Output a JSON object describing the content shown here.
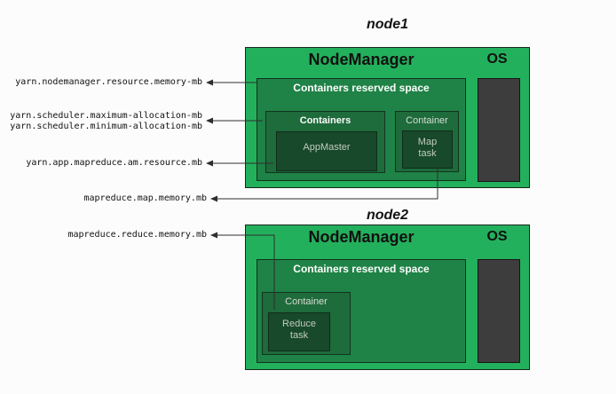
{
  "config_labels": [
    {
      "text": "yarn.nodemanager.resource.memory-mb"
    },
    {
      "text": "yarn.scheduler.maximum-allocation-mb"
    },
    {
      "text": "yarn.scheduler.minimum-allocation-mb"
    },
    {
      "text": "yarn.app.mapreduce.am.resource.mb"
    },
    {
      "text": "mapreduce.map.memory.mb"
    },
    {
      "text": "mapreduce.reduce.memory.mb"
    }
  ],
  "node1": {
    "title": "node1",
    "nodemanager_label": "NodeManager",
    "os_label": "OS",
    "reserved_label": "Containers reserved space",
    "containers_label": "Containers",
    "appmaster_label": "AppMaster",
    "container_label": "Container",
    "task_label_line1": "Map",
    "task_label_line2": "task"
  },
  "node2": {
    "title": "node2",
    "nodemanager_label": "NodeManager",
    "os_label": "OS",
    "reserved_label": "Containers reserved space",
    "container_label": "Container",
    "task_label_line1": "Reduce",
    "task_label_line2": "task"
  },
  "colors": {
    "node_green": "#23b05c",
    "reserved_green": "#1f8246",
    "container_green": "#1e6b3b",
    "task_green": "#17492a",
    "os_bar_gray": "#3d3d3d",
    "line_color": "#2e2e2e"
  }
}
